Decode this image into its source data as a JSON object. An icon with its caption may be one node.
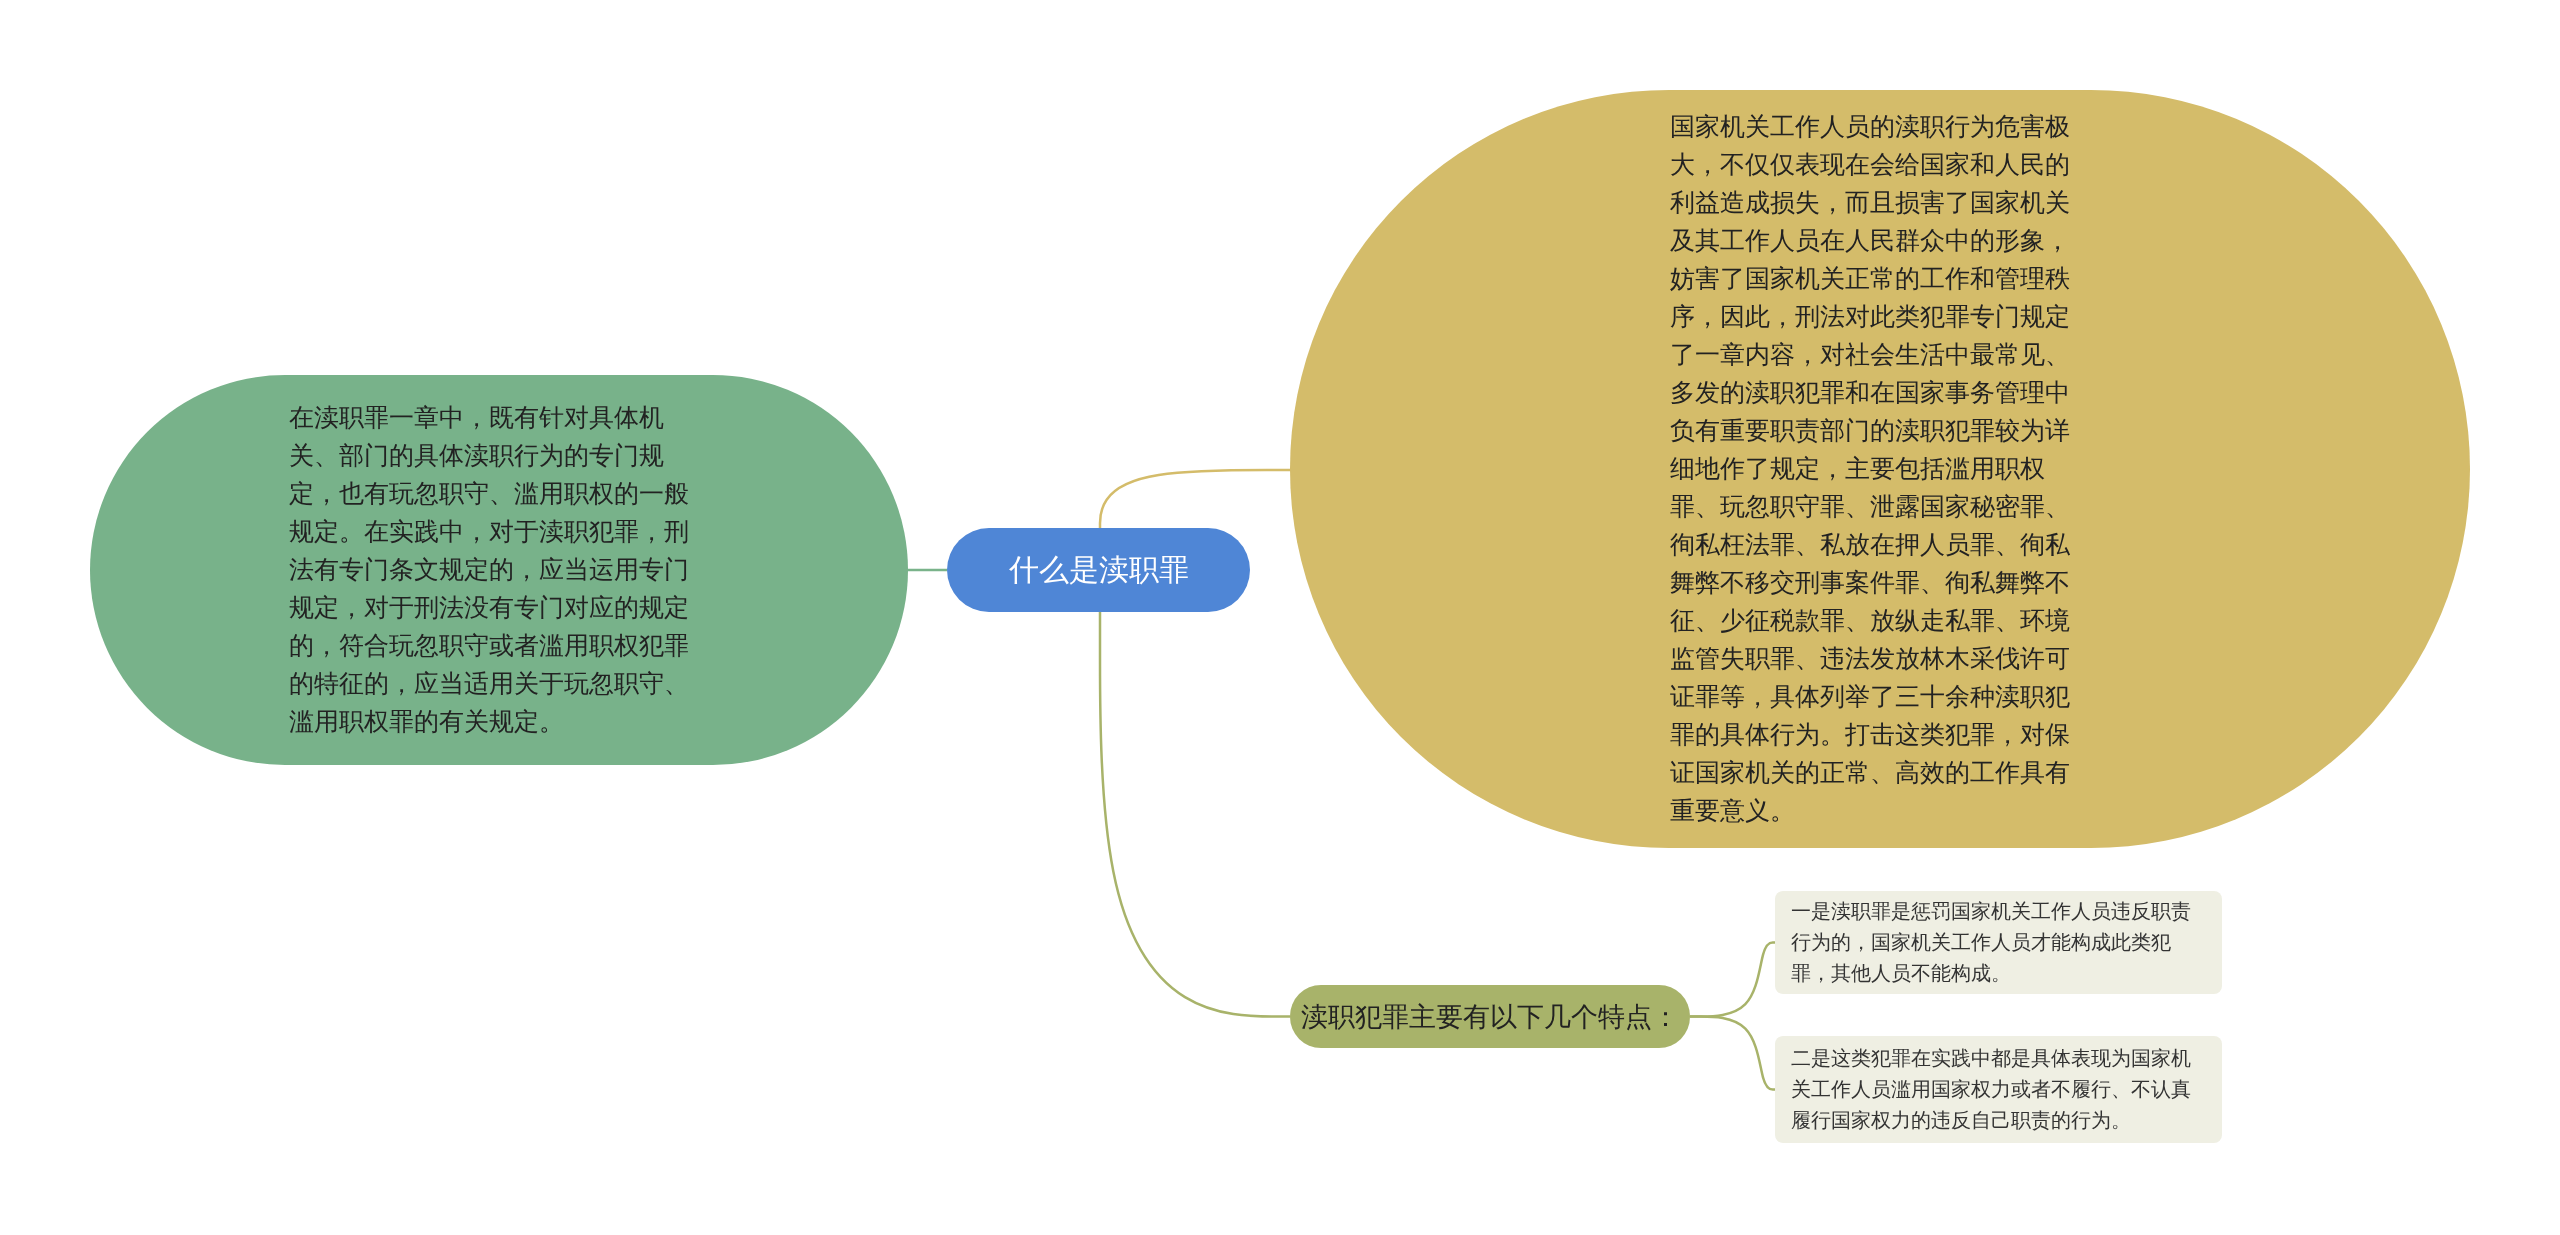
{
  "diagram": {
    "nodes": [
      {
        "text": [
          "什么是渎职罪"
        ]
      },
      {
        "text": [
          "在渎职罪一章中，既有针对具体机关、部门的具体渎职行为的专门规定，也有玩忽职守、滥用职权的一般规定。在实践中，对于渎职犯罪，刑法有专门条文规定的，应当运用专门规定，对于刑法没有专门对应的规定的，符合玩忽职守或者滥用职权犯罪的特征的，应当适用关于玩忽职守、滥用职权罪的有关规定。"
        ]
      },
      {
        "text": [
          "国家机关工作人员的渎职行为危害极大，不仅仅表现在会给国家和人民的利益造成损失，而且损害了国家机关及其工作人员在人民群众中的形象，妨害了国家机关正常的工作和管理秩序，因此，刑法对此类犯罪专门规定了一章内容，对社会生活中最常见、多发的渎职犯罪和在国家事务管理中负有重要职责部门的渎职犯罪较为详细地作了规定，主要包括滥用职权罪、玩忽职守罪、泄露国家秘密罪、徇私枉法罪、私放在押人员罪、徇私舞弊不移交刑事案件罪、徇私舞弊不征、少征税款罪、放纵走私罪、环境监管失职罪、违法发放林木采伐许可证罪等，具体列举了三十余种渎职犯罪的具体行为。打击这类犯罪，对保证国家机关的正常、高效的工作具有重要意义。"
        ]
      },
      {
        "text": [
          "渎职犯罪主要有以下几个特点："
        ]
      },
      {
        "text": [
          "一是渎职罪是惩罚国家机关工作人员违反职责行为的，国家机关工作人员才能构成此类犯罪，其他人员不能构成。"
        ]
      },
      {
        "text": [
          "二是这类犯罪在实践中都是具体表现为国家机关工作人员滥用国家权力或者不履行、不认真履行国家权力的违反自己职责的行为。"
        ]
      }
    ],
    "edges": [
      {
        "from": 0,
        "to": 1,
        "arrow": "none",
        "color": "#7ab38a"
      },
      {
        "from": 0,
        "to": 2,
        "arrow": "none",
        "color": "#d4bc6a"
      },
      {
        "from": 0,
        "to": 3,
        "arrow": "none"
      },
      {
        "from": 3,
        "to": 4,
        "arrow": "none"
      },
      {
        "from": 3,
        "to": 5,
        "arrow": "none"
      }
    ]
  }
}
